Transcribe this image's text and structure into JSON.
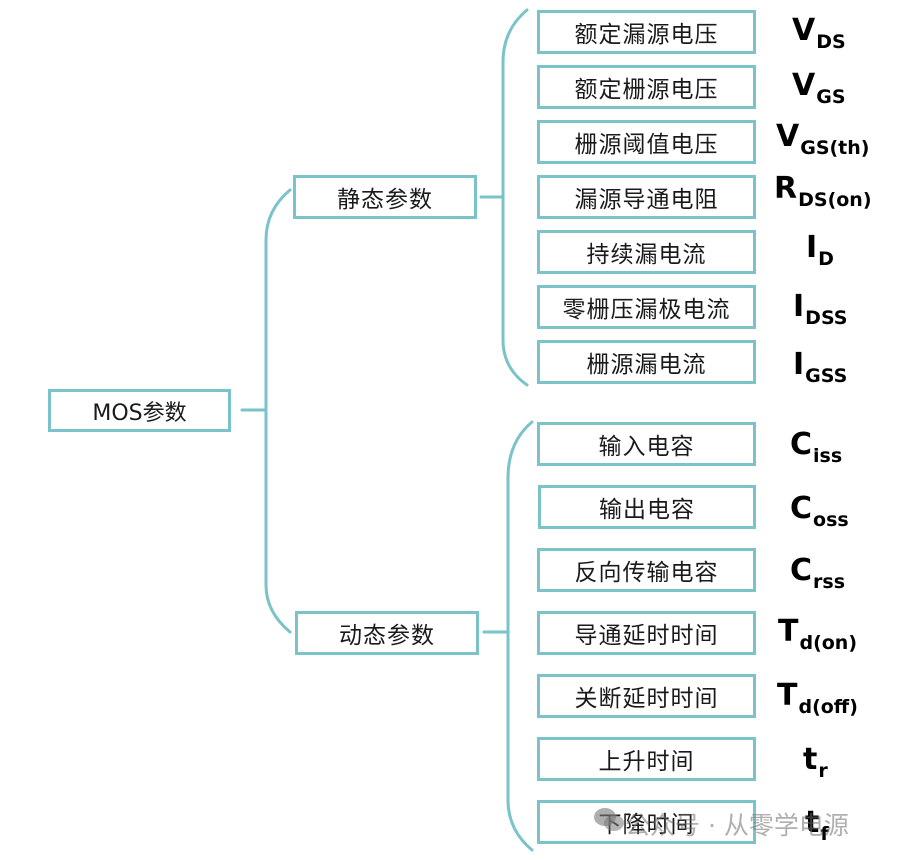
{
  "root": {
    "label": "MOS参数"
  },
  "groups": [
    {
      "label": "静态参数",
      "items": [
        {
          "name": "额定漏源电压",
          "symbol": "V",
          "subscript": "DS"
        },
        {
          "name": "额定栅源电压",
          "symbol": "V",
          "subscript": "GS"
        },
        {
          "name": "栅源阈值电压",
          "symbol": "V",
          "subscript": "GS(th)"
        },
        {
          "name": "漏源导通电阻",
          "symbol": "R",
          "subscript": "DS(on)"
        },
        {
          "name": "持续漏电流",
          "symbol": "I",
          "subscript": "D"
        },
        {
          "name": "零栅压漏极电流",
          "symbol": "I",
          "subscript": "DSS"
        },
        {
          "name": "栅源漏电流",
          "symbol": "I",
          "subscript": "GSS"
        }
      ]
    },
    {
      "label": "动态参数",
      "items": [
        {
          "name": "输入电容",
          "symbol": "C",
          "subscript": "iss"
        },
        {
          "name": "输出电容",
          "symbol": "C",
          "subscript": "oss"
        },
        {
          "name": "反向传输电容",
          "symbol": "C",
          "subscript": "rss"
        },
        {
          "name": "导通延时时间",
          "symbol": "T",
          "subscript": "d(on)"
        },
        {
          "name": "关断延时时间",
          "symbol": "T",
          "subscript": "d(off)"
        },
        {
          "name": "上升时间",
          "symbol": "t",
          "subscript": "r"
        },
        {
          "name": "下降时间",
          "symbol": "t",
          "subscript": "f"
        }
      ]
    }
  ],
  "watermark": {
    "text": "公众号 · 从零学电源",
    "icon": "wechat-icon"
  },
  "colors": {
    "border": "#79c3c9",
    "text": "#1a1a1a",
    "symbol": "#000000"
  }
}
